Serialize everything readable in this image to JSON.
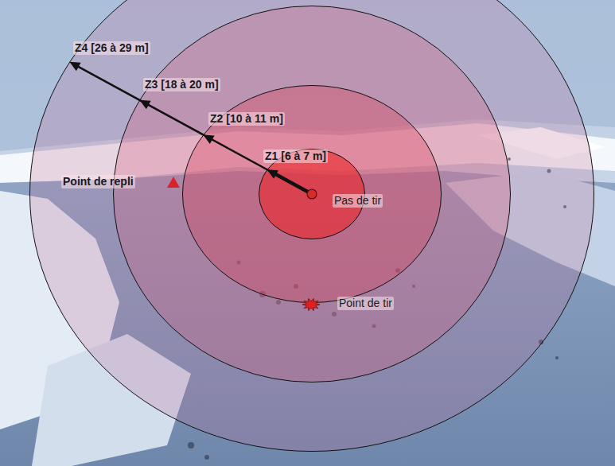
{
  "diagram": {
    "nodes": [
      {
        "text": [
          "Z4 [26 à 29 m]"
        ]
      },
      {
        "text": [
          "Z3 [18 à 20 m]"
        ],
        "in": 0
      },
      {
        "text": [
          "Z2 [10 à 11 m]"
        ],
        "in": 1
      },
      {
        "text": [
          "Z1 [6 à 7 m]"
        ],
        "in": 2
      }
    ],
    "labels": [
      "Point de repli",
      "Pas de tir",
      "Point de tir"
    ]
  }
}
